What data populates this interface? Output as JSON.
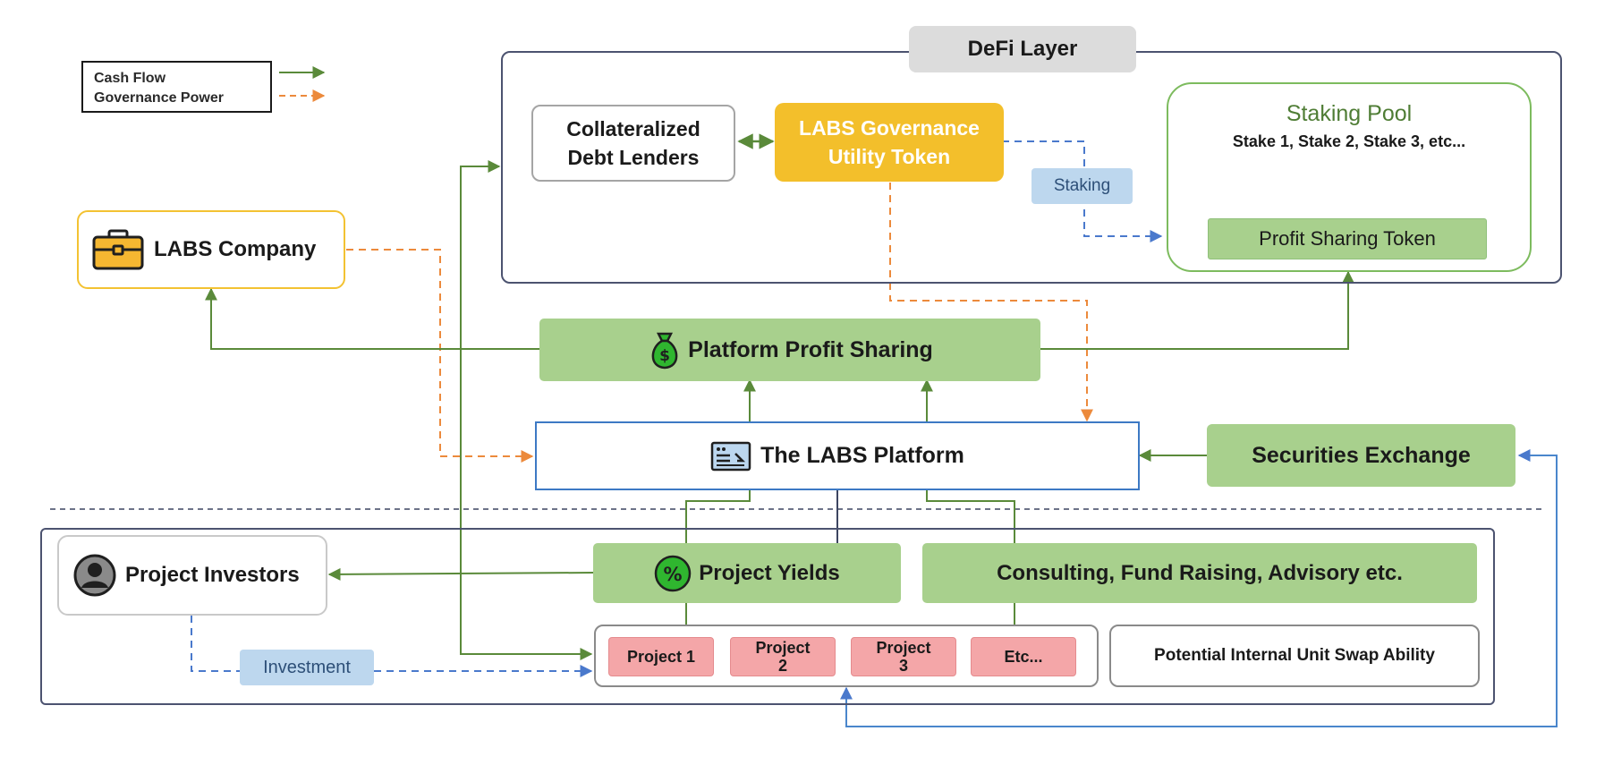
{
  "legend": {
    "cash_flow": "Cash Flow",
    "governance_power": "Governance Power"
  },
  "defi_layer": {
    "title": "DeFi Layer",
    "collateralized_lenders": [
      "Collateralized",
      "Debt Lenders"
    ],
    "labs_token": [
      "LABS Governance",
      "Utility Token"
    ],
    "staking_label": "Staking",
    "staking_pool_title": "Staking Pool",
    "staking_pool_stakes": "Stake 1, Stake 2, Stake 3, etc...",
    "profit_sharing_token": "Profit Sharing Token"
  },
  "labs_company": "LABS Company",
  "platform_profit_sharing": "Platform Profit Sharing",
  "labs_platform": "The LABS Platform",
  "securities_exchange": "Securities Exchange",
  "bottom": {
    "project_investors": "Project Investors",
    "project_yields": "Project Yields",
    "consulting": "Consulting, Fund Raising, Advisory etc.",
    "investment_label": "Investment",
    "projects": [
      {
        "line1": "Project 1",
        "line2": ""
      },
      {
        "line1": "Project",
        "line2": "2"
      },
      {
        "line1": "Project",
        "line2": "3"
      },
      {
        "line1": "Etc...",
        "line2": ""
      }
    ],
    "unit_swap": "Potential Internal Unit Swap Ability"
  },
  "colors": {
    "cash_flow": "#5a8a3a",
    "governance": "#ec8a3c",
    "blue_dashed": "#4a79cc",
    "blue_solid": "#4a86cc",
    "green_box": "#a8d08d",
    "yellow_token": "#f3bf2b",
    "pink_project": "#f4a6a8",
    "light_blue_label": "#bdd7ee"
  }
}
